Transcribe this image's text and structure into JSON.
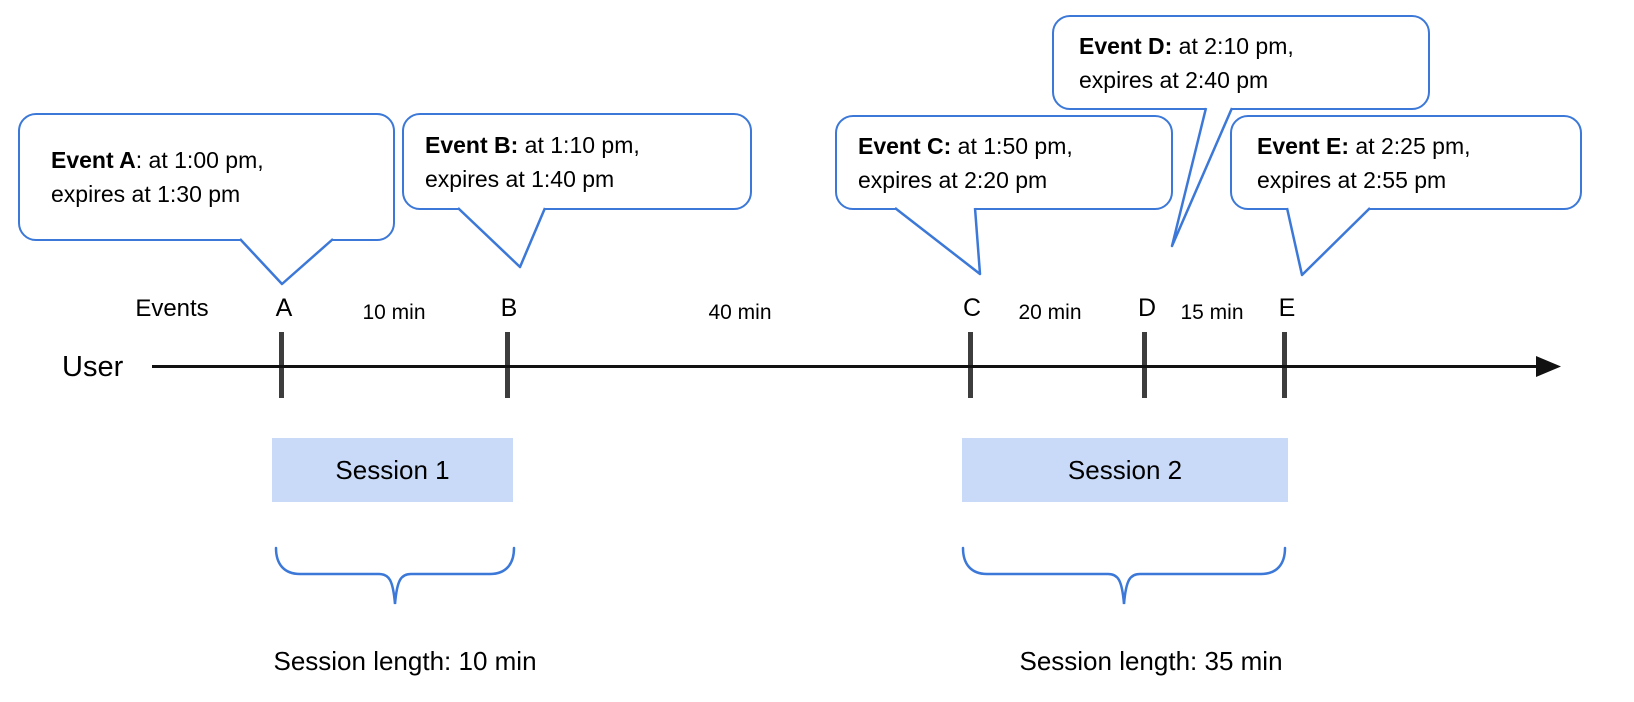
{
  "axis": {
    "events_label": "Events",
    "user_label": "User"
  },
  "events": [
    {
      "letter": "A",
      "bubble_bold": "Event A",
      "bubble_rest": ": at 1:00 pm,\nexpires at 1:30 pm"
    },
    {
      "letter": "B",
      "bubble_bold": "Event B:",
      "bubble_rest": " at 1:10 pm,\nexpires at 1:40 pm"
    },
    {
      "letter": "C",
      "bubble_bold": "Event C:",
      "bubble_rest": " at 1:50 pm,\nexpires at 2:20 pm"
    },
    {
      "letter": "D",
      "bubble_bold": "Event D:",
      "bubble_rest": " at 2:10 pm,\nexpires at 2:40 pm"
    },
    {
      "letter": "E",
      "bubble_bold": "Event E:",
      "bubble_rest": " at 2:25 pm,\nexpires at 2:55 pm"
    }
  ],
  "intervals": [
    {
      "label": "10 min"
    },
    {
      "label": "40 min"
    },
    {
      "label": "20 min"
    },
    {
      "label": "15 min"
    }
  ],
  "sessions": [
    {
      "label": "Session 1",
      "length_label": "Session length: 10 min"
    },
    {
      "label": "Session 2",
      "length_label": "Session length: 35 min"
    }
  ],
  "colors": {
    "bubble_border": "#3c78d8",
    "brace": "#3c78d8",
    "session_fill": "#c9daf8",
    "tick": "#3d3d3d",
    "arrow": "#111111",
    "text": "#000000"
  }
}
